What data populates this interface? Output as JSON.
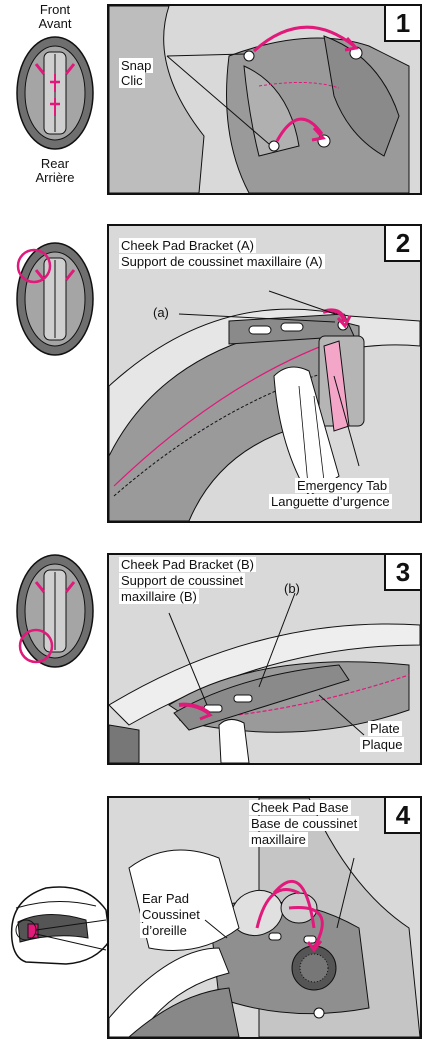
{
  "orientation": {
    "front_en": "Front",
    "front_fr": "Avant",
    "rear_en": "Rear",
    "rear_fr": "Arrière"
  },
  "steps": [
    {
      "number": "1",
      "labels": {
        "snap_en": "Snap",
        "snap_fr": "Clic"
      }
    },
    {
      "number": "2",
      "labels": {
        "bracket_en": "Cheek Pad Bracket (A)",
        "bracket_fr": "Support de coussinet maxillaire (A)",
        "point": "(a)",
        "tab_en": "Emergency Tab",
        "tab_fr": "Languette d’urgence"
      }
    },
    {
      "number": "3",
      "labels": {
        "bracket_en": "Cheek Pad Bracket (B)",
        "bracket_fr_1": "Support de coussinet",
        "bracket_fr_2": "maxillaire (B)",
        "point": "(b)",
        "plate_en": "Plate",
        "plate_fr": "Plaque"
      }
    },
    {
      "number": "4",
      "labels": {
        "base_en": "Cheek Pad Base",
        "base_fr_1": "Base de coussinet",
        "base_fr_2": "maxillaire",
        "ear_en": "Ear Pad",
        "ear_fr_1": "Coussinet",
        "ear_fr_2": "d’oreille"
      }
    }
  ],
  "colors": {
    "accent": "#e0197a",
    "line": "#111111",
    "panel_bg": "#d9d9d9",
    "pad_dark": "#8c8c8c",
    "pad_light": "#bdbdbd"
  }
}
